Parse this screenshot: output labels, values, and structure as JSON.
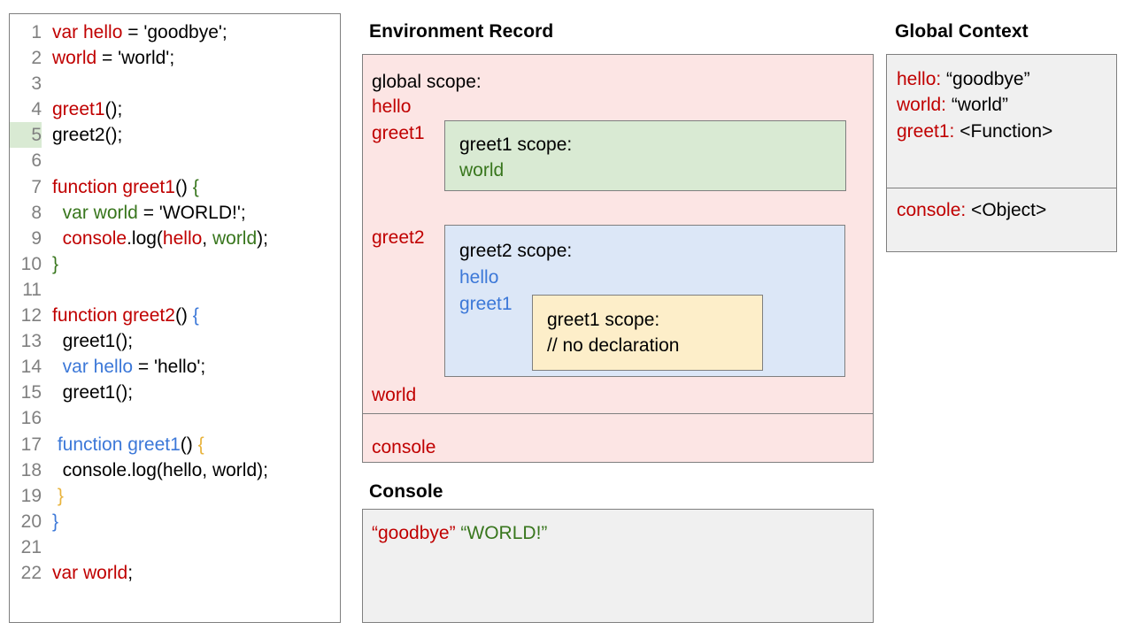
{
  "code_panel": {
    "name": "source-code",
    "lines": [
      {
        "n": "1",
        "highlight": false,
        "tokens": [
          {
            "t": "var hello",
            "c": "red"
          },
          {
            "t": " = 'goodbye';",
            "c": "black"
          }
        ]
      },
      {
        "n": "2",
        "highlight": false,
        "tokens": [
          {
            "t": "world",
            "c": "red"
          },
          {
            "t": " = 'world';",
            "c": "black"
          }
        ]
      },
      {
        "n": "3",
        "highlight": false,
        "tokens": [
          {
            "t": "",
            "c": "black"
          }
        ]
      },
      {
        "n": "4",
        "highlight": false,
        "tokens": [
          {
            "t": "greet1",
            "c": "red"
          },
          {
            "t": "();",
            "c": "black"
          }
        ]
      },
      {
        "n": "5",
        "highlight": true,
        "tokens": [
          {
            "t": "greet2();",
            "c": "black"
          }
        ]
      },
      {
        "n": "6",
        "highlight": false,
        "tokens": [
          {
            "t": "",
            "c": "black"
          }
        ]
      },
      {
        "n": "7",
        "highlight": false,
        "tokens": [
          {
            "t": "function greet1",
            "c": "red"
          },
          {
            "t": "() ",
            "c": "black"
          },
          {
            "t": "{",
            "c": "green"
          }
        ]
      },
      {
        "n": "8",
        "highlight": false,
        "tokens": [
          {
            "t": "  ",
            "c": "black"
          },
          {
            "t": "var world",
            "c": "green"
          },
          {
            "t": " = 'WORLD!';",
            "c": "black"
          }
        ]
      },
      {
        "n": "9",
        "highlight": false,
        "tokens": [
          {
            "t": "  ",
            "c": "black"
          },
          {
            "t": "console",
            "c": "red"
          },
          {
            "t": ".log(",
            "c": "black"
          },
          {
            "t": "hello",
            "c": "red"
          },
          {
            "t": ", ",
            "c": "black"
          },
          {
            "t": "world",
            "c": "green"
          },
          {
            "t": ");",
            "c": "black"
          }
        ]
      },
      {
        "n": "10",
        "highlight": false,
        "tokens": [
          {
            "t": "}",
            "c": "green"
          }
        ]
      },
      {
        "n": "11",
        "highlight": false,
        "tokens": [
          {
            "t": "",
            "c": "black"
          }
        ]
      },
      {
        "n": "12",
        "highlight": false,
        "tokens": [
          {
            "t": "function greet2",
            "c": "red"
          },
          {
            "t": "() ",
            "c": "black"
          },
          {
            "t": "{",
            "c": "blue"
          }
        ]
      },
      {
        "n": "13",
        "highlight": false,
        "tokens": [
          {
            "t": "  greet1();",
            "c": "black"
          }
        ]
      },
      {
        "n": "14",
        "highlight": false,
        "tokens": [
          {
            "t": "  ",
            "c": "black"
          },
          {
            "t": "var hello",
            "c": "blue"
          },
          {
            "t": " = 'hello';",
            "c": "black"
          }
        ]
      },
      {
        "n": "15",
        "highlight": false,
        "tokens": [
          {
            "t": "  greet1();",
            "c": "black"
          }
        ]
      },
      {
        "n": "16",
        "highlight": false,
        "tokens": [
          {
            "t": "",
            "c": "black"
          }
        ]
      },
      {
        "n": "17",
        "highlight": false,
        "tokens": [
          {
            "t": " ",
            "c": "black"
          },
          {
            "t": "function greet1",
            "c": "blue"
          },
          {
            "t": "() ",
            "c": "black"
          },
          {
            "t": "{",
            "c": "orange"
          }
        ]
      },
      {
        "n": "18",
        "highlight": false,
        "tokens": [
          {
            "t": "  console.log(hello, world);",
            "c": "black"
          }
        ]
      },
      {
        "n": "19",
        "highlight": false,
        "tokens": [
          {
            "t": " ",
            "c": "black"
          },
          {
            "t": "}",
            "c": "orange"
          }
        ]
      },
      {
        "n": "20",
        "highlight": false,
        "tokens": [
          {
            "t": "}",
            "c": "blue"
          }
        ]
      },
      {
        "n": "21",
        "highlight": false,
        "tokens": [
          {
            "t": "",
            "c": "black"
          }
        ]
      },
      {
        "n": "22",
        "highlight": false,
        "tokens": [
          {
            "t": "var world",
            "c": "red"
          },
          {
            "t": ";",
            "c": "black"
          }
        ]
      }
    ]
  },
  "environment_record": {
    "heading": "Environment Record",
    "global_scope_label": "global scope:",
    "bindings": [
      {
        "name": "hello",
        "color": "#c00000"
      },
      {
        "name": "greet1",
        "color": "#c00000"
      },
      {
        "name": "greet2",
        "color": "#c00000"
      },
      {
        "name": "world",
        "color": "#c00000"
      }
    ],
    "object_record": {
      "name": "console",
      "color": "#c00000"
    },
    "greet1_scope": {
      "title": "greet1 scope:",
      "bindings": [
        "world"
      ],
      "fill": "#d9ead3",
      "text_color": "#38761d"
    },
    "greet2_scope": {
      "title": "greet2 scope:",
      "bindings": [
        "hello",
        "greet1"
      ],
      "fill": "#dce7f7",
      "text_color": "#3c78d8"
    },
    "inner_greet1_scope": {
      "title": "greet1 scope:",
      "note": "// no declaration",
      "fill": "#fdeec9",
      "text_color": "#000000"
    },
    "fill": "#fce5e4"
  },
  "console_panel": {
    "heading": "Console",
    "output": [
      {
        "text": "“goodbye”",
        "color": "#c00000"
      },
      {
        "text": "“WORLD!”",
        "color": "#38761d"
      }
    ],
    "fill": "#f0f0f0"
  },
  "global_context": {
    "heading": "Global Context",
    "fill": "#f0f0f0",
    "entries": [
      {
        "key": "hello:",
        "value": "“goodbye”",
        "section": "declarative"
      },
      {
        "key": "world:",
        "value": "“world”",
        "section": "declarative"
      },
      {
        "key": "greet1:",
        "value": "<Function>",
        "section": "declarative"
      },
      {
        "key": "console:",
        "value": "<Object>",
        "section": "object"
      }
    ]
  },
  "colors": {
    "red": "#c00000",
    "green": "#38761d",
    "blue": "#3c78d8",
    "orange": "#e8b33c",
    "black": "#000000",
    "gutter": "#808080",
    "border": "#7f7f7f",
    "pink_fill": "#fce5e4",
    "green_fill": "#d9ead3",
    "blue_fill": "#dce7f7",
    "yellow_fill": "#fdeec9",
    "gray_fill": "#f0f0f0",
    "line_highlight": "#d9ead3"
  }
}
